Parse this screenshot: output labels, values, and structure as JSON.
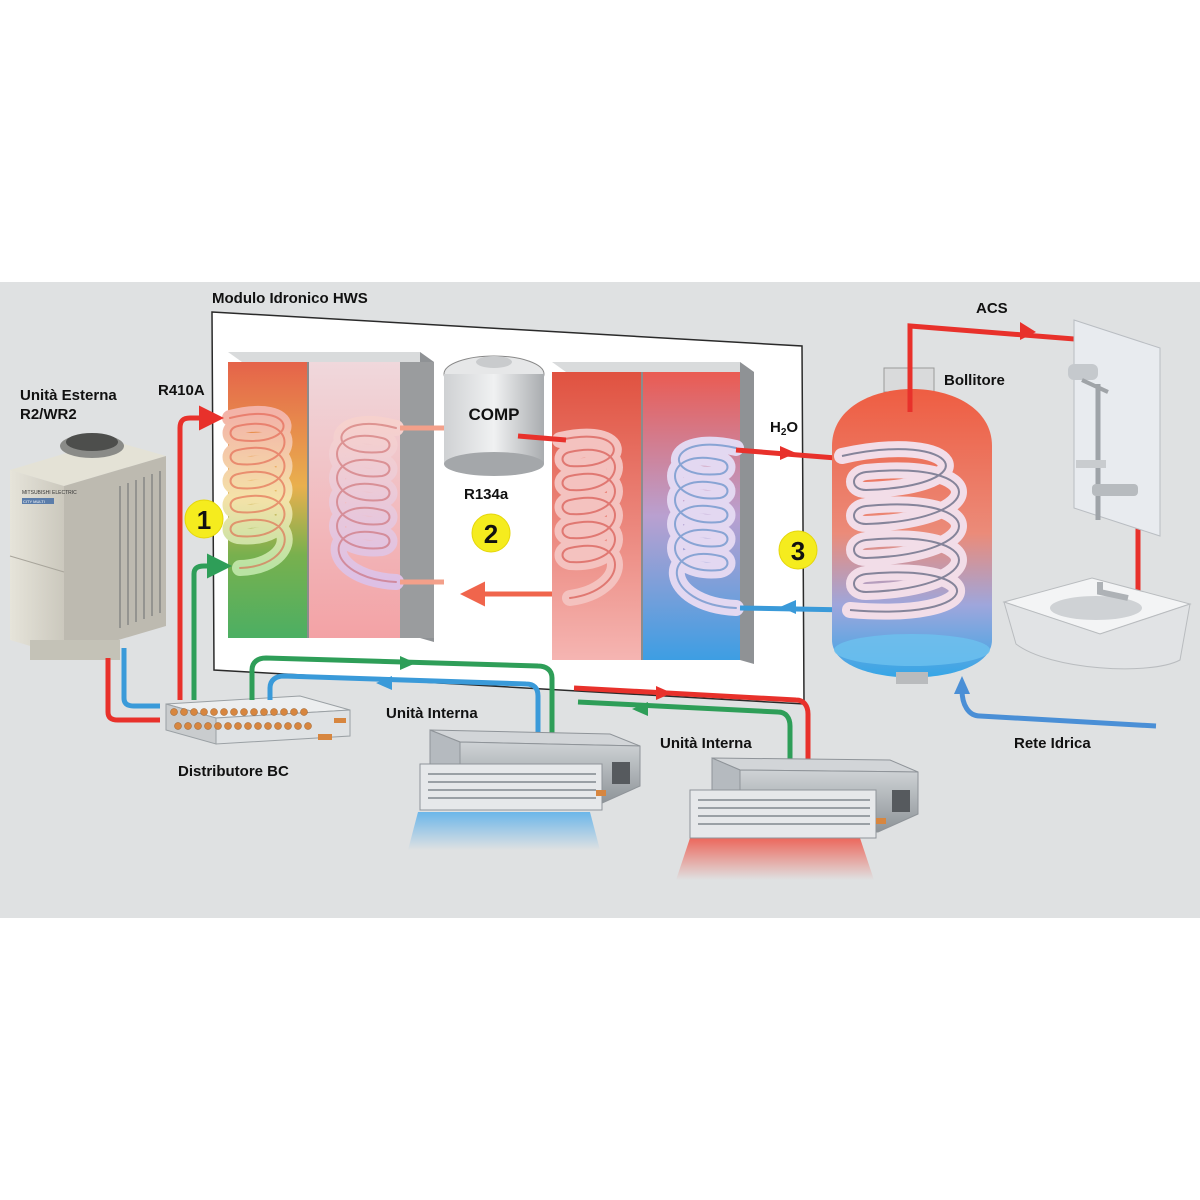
{
  "labels": {
    "module": "Modulo Idronico HWS",
    "outdoor_line1": "Unità Esterna",
    "outdoor_line2": "R2/WR2",
    "r410a": "R410A",
    "comp": "COMP",
    "r134a": "R134a",
    "h2o_main": "H",
    "h2o_sub": "2",
    "h2o_end": "O",
    "acs": "ACS",
    "bollitore": "Bollitore",
    "distributore": "Distributore BC",
    "indoor_1": "Unità Interna",
    "indoor_2": "Unità Interna",
    "rete": "Rete Idrica"
  },
  "stages": [
    "1",
    "2",
    "3"
  ],
  "brand_text": "MITSUBISHI ELECTRIC",
  "brand_sub": "CITY MULTI",
  "colors": {
    "hot": "#e8312b",
    "liquid": "#2e9e58",
    "cold": "#3a9ad9",
    "water": "#4a8fd6",
    "stage_badge": "#f5ec1e",
    "background": "#dfe1e2"
  }
}
